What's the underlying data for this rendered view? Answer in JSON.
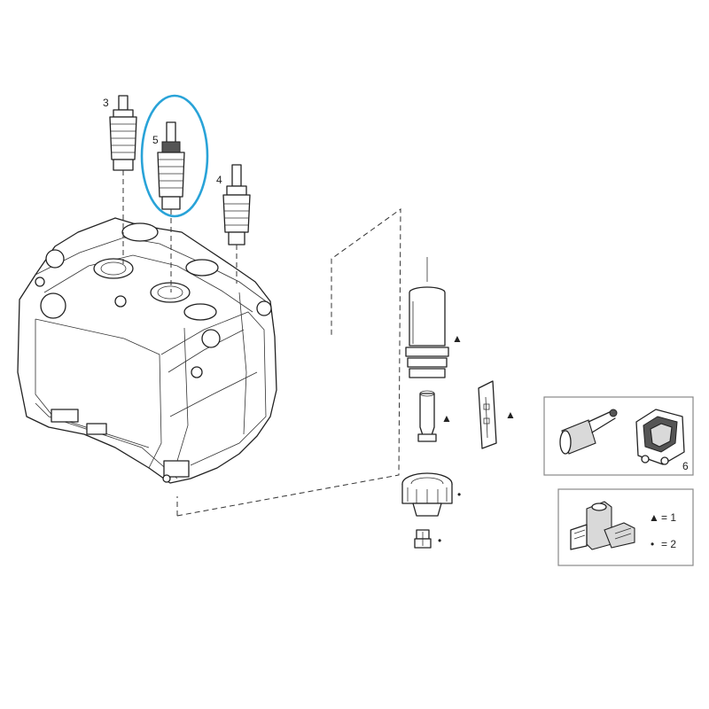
{
  "part_labels": {
    "p3": "3",
    "p4": "4",
    "p5": "5",
    "p6": "6"
  },
  "legend": {
    "triangle_symbol": "▲",
    "triangle_value": "= 1",
    "dot_symbol": "•",
    "dot_value": "= 2"
  },
  "markers": {
    "triangle": "▲",
    "dot": "•"
  },
  "colors": {
    "highlight_ring": "#29a3d8",
    "line": "#222222"
  }
}
